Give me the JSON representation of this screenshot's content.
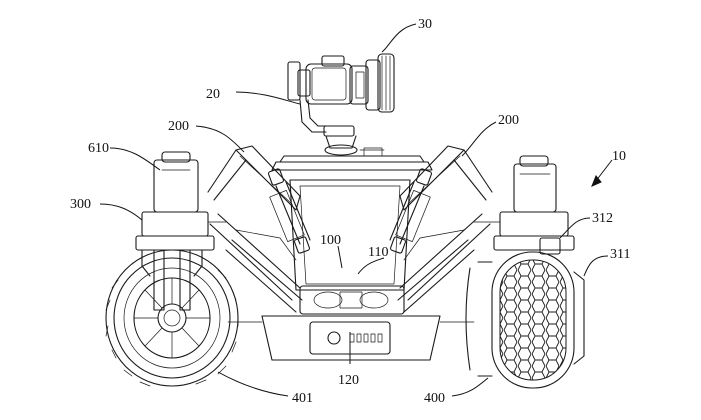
{
  "figure": {
    "labels": {
      "l10": "10",
      "l20": "20",
      "l30": "30",
      "l100": "100",
      "l110": "110",
      "l120": "120",
      "l200_left": "200",
      "l200_right": "200",
      "l300": "300",
      "l311": "311",
      "l312": "312",
      "l400": "400",
      "l401": "401",
      "l610": "610"
    }
  }
}
